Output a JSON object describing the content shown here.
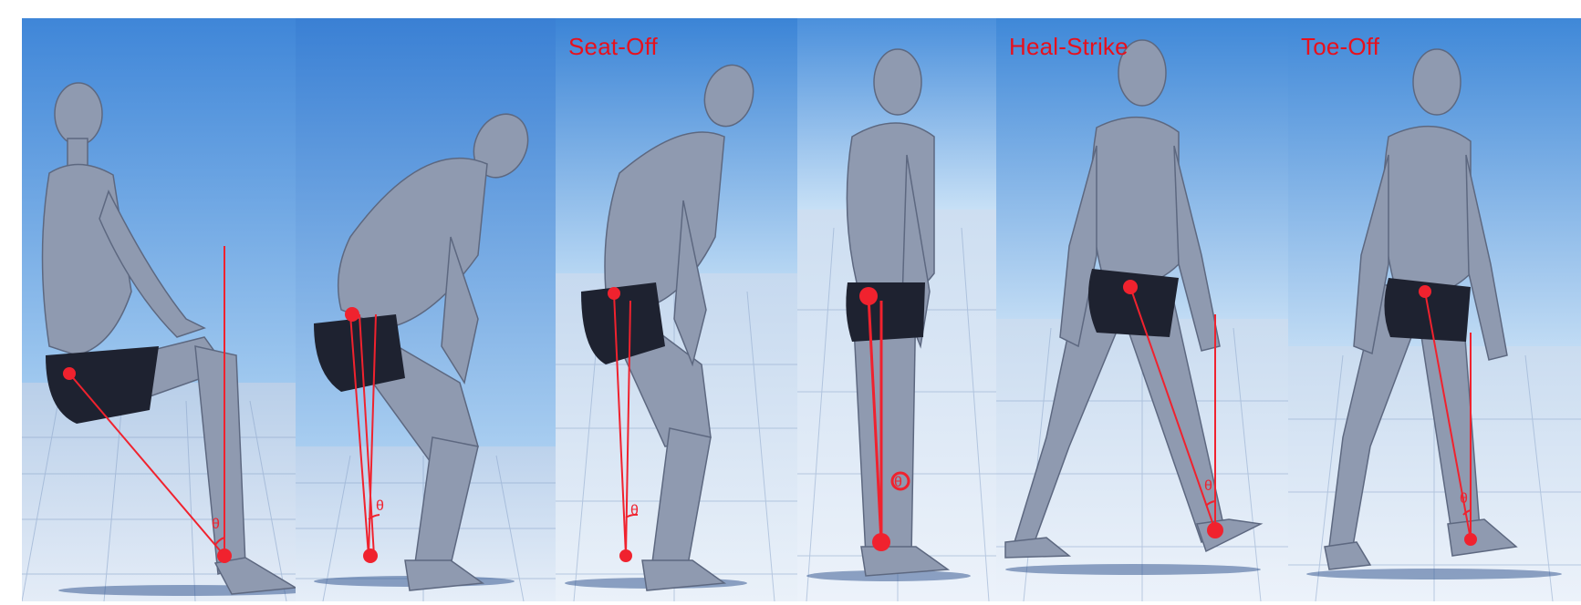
{
  "figure": {
    "panels": [
      {
        "id": "seated",
        "label": ""
      },
      {
        "id": "trunk-flexion",
        "label": ""
      },
      {
        "id": "seat-off",
        "label": "Seat-Off"
      },
      {
        "id": "standing",
        "label": ""
      },
      {
        "id": "heel-strike",
        "label": "Heal-Strike"
      },
      {
        "id": "toe-off",
        "label": "Toe-Off"
      }
    ],
    "angle_symbol": "θ",
    "colors": {
      "label": "#e8101c",
      "marker": "#f0222e",
      "sky_top": "#3f86d8",
      "sky_bottom": "#9fc8ef",
      "floor": "#d6e3f4",
      "figure": "#8f9ab0"
    }
  }
}
